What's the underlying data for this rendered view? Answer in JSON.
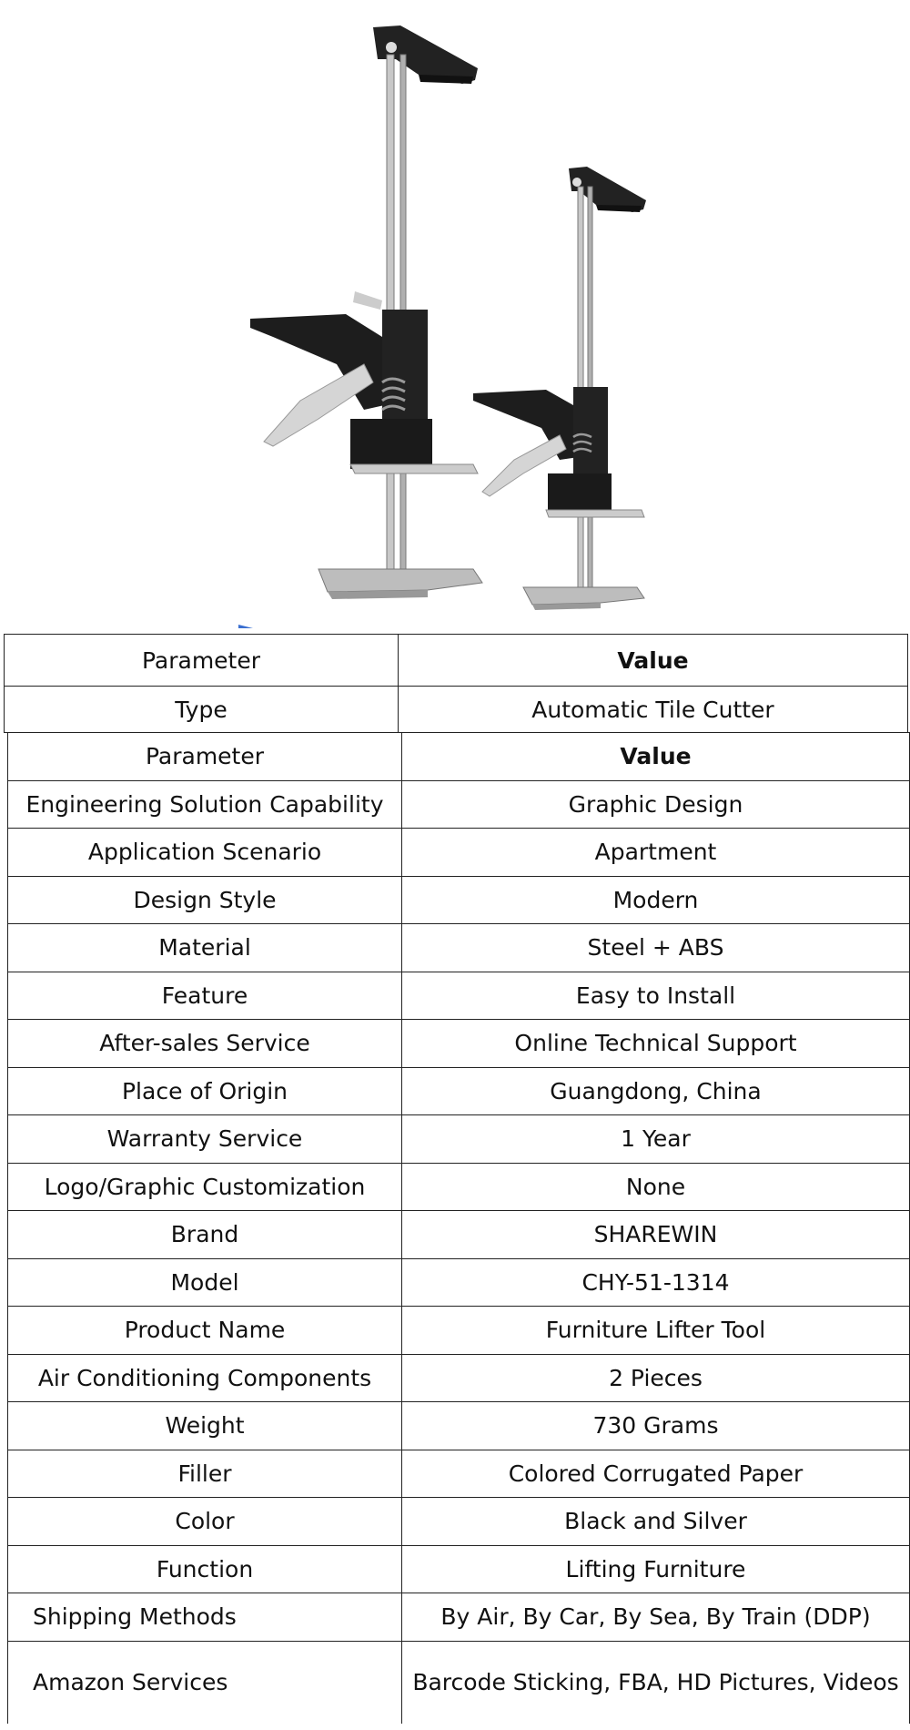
{
  "product_image": {
    "alt_name": "furniture-lifter-tool-pair"
  },
  "table_top": {
    "header": {
      "param": "Parameter",
      "value": "Value"
    },
    "rows": [
      {
        "param": "Type",
        "value": "Automatic Tile Cutter"
      }
    ]
  },
  "table_main": {
    "header": {
      "param": "Parameter",
      "value": "Value"
    },
    "rows": [
      {
        "param": "Engineering Solution Capability",
        "value": "Graphic Design"
      },
      {
        "param": "Application Scenario",
        "value": "Apartment"
      },
      {
        "param": "Design Style",
        "value": "Modern"
      },
      {
        "param": "Material",
        "value": "Steel + ABS"
      },
      {
        "param": "Feature",
        "value": "Easy to Install"
      },
      {
        "param": "After-sales Service",
        "value": "Online Technical Support"
      },
      {
        "param": "Place of Origin",
        "value": "Guangdong, China"
      },
      {
        "param": "Warranty Service",
        "value": "1 Year"
      },
      {
        "param": "Logo/Graphic Customization",
        "value": "None"
      },
      {
        "param": "Brand",
        "value": "SHAREWIN"
      },
      {
        "param": "Model",
        "value": "CHY-51-1314"
      },
      {
        "param": "Product Name",
        "value": "Furniture Lifter Tool"
      },
      {
        "param": "Air Conditioning Components",
        "value": "2 Pieces"
      },
      {
        "param": "Weight",
        "value": "730 Grams"
      },
      {
        "param": "Filler",
        "value": "Colored Corrugated Paper"
      },
      {
        "param": "Color",
        "value": "Black and Silver"
      },
      {
        "param": "Function",
        "value": "Lifting Furniture"
      },
      {
        "param": "Shipping Methods",
        "value": "By Air, By Car, By Sea, By Train (DDP)"
      },
      {
        "param": "Amazon Services",
        "value": "Barcode Sticking, FBA, HD Pictures, Videos"
      }
    ]
  }
}
